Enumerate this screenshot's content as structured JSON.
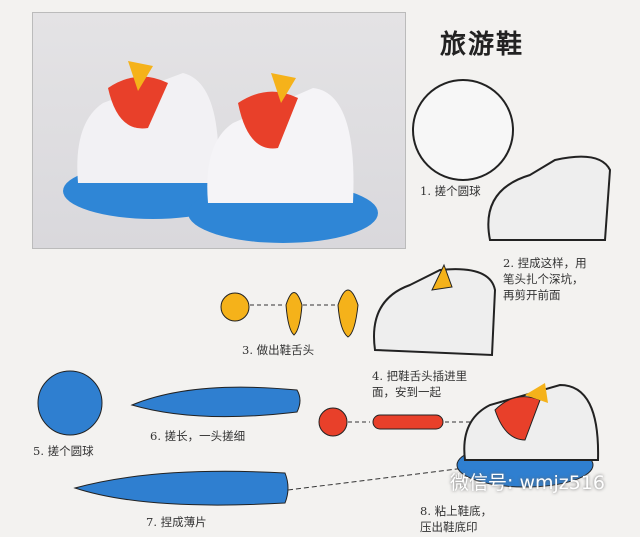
{
  "title": "旅游鞋",
  "steps": [
    {
      "label": "1. 搓个圆球"
    },
    {
      "label_lines": [
        "2. 捏成这样，用",
        "笔头扎个深坑，",
        "再剪开前面"
      ]
    },
    {
      "label": "3. 做出鞋舌头"
    },
    {
      "label_lines": [
        "4. 把鞋舌头插进里",
        "面，安到一起"
      ]
    },
    {
      "label": "5. 搓个圆球"
    },
    {
      "label": "6. 搓长，一头搓细"
    },
    {
      "label": "7. 捏成薄片"
    },
    {
      "label_lines": [
        "8. 粘上鞋底，",
        "压出鞋底印"
      ]
    }
  ],
  "watermark": "微信号: wmjz516",
  "colors": {
    "blue": "#2f7fd0",
    "red": "#e8402a",
    "yellow": "#f5b21a",
    "white_clay": "#f4f4f6"
  }
}
